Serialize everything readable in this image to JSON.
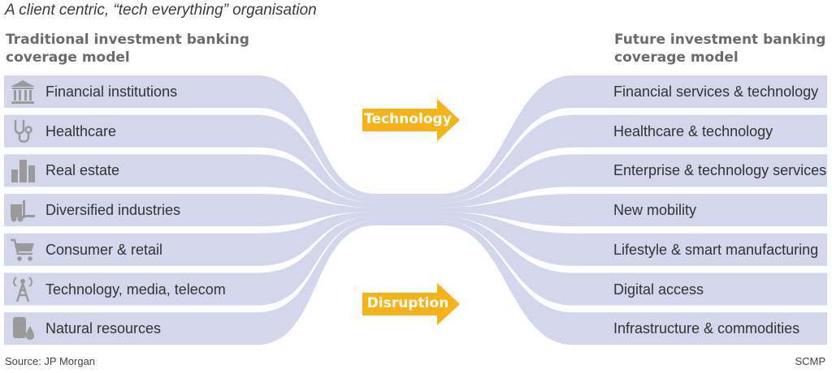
{
  "title": "A client centric, “tech everything” organisation",
  "left_heading": [
    "Traditional investment banking",
    "coverage model"
  ],
  "right_heading": [
    "Future investment banking",
    "coverage model"
  ],
  "left_items": [
    {
      "label": "Financial institutions",
      "icon": "bank-icon"
    },
    {
      "label": "Healthcare",
      "icon": "stethoscope-icon"
    },
    {
      "label": "Real estate",
      "icon": "buildings-icon"
    },
    {
      "label": "Diversified industries",
      "icon": "forklift-icon"
    },
    {
      "label": "Consumer & retail",
      "icon": "shopping-cart-icon"
    },
    {
      "label": "Technology, media, telecom",
      "icon": "antenna-icon"
    },
    {
      "label": "Natural resources",
      "icon": "oil-drop-icon"
    }
  ],
  "right_items": [
    {
      "label": "Financial services & technology"
    },
    {
      "label": "Healthcare & technology"
    },
    {
      "label": "Enterprise & technology services"
    },
    {
      "label": "New mobility"
    },
    {
      "label": "Lifestyle & smart manufacturing"
    },
    {
      "label": "Digital access"
    },
    {
      "label": "Infrastructure & commodities"
    }
  ],
  "arrows": [
    {
      "label": "Technology"
    },
    {
      "label": "Disruption"
    }
  ],
  "source": "Source: JP Morgan",
  "credit": "SCMP",
  "colors": {
    "band": "#d4d6ec",
    "band_dark": "#c6c9e3",
    "arrow": "#f5b318",
    "icon": "#9a9a9a"
  }
}
